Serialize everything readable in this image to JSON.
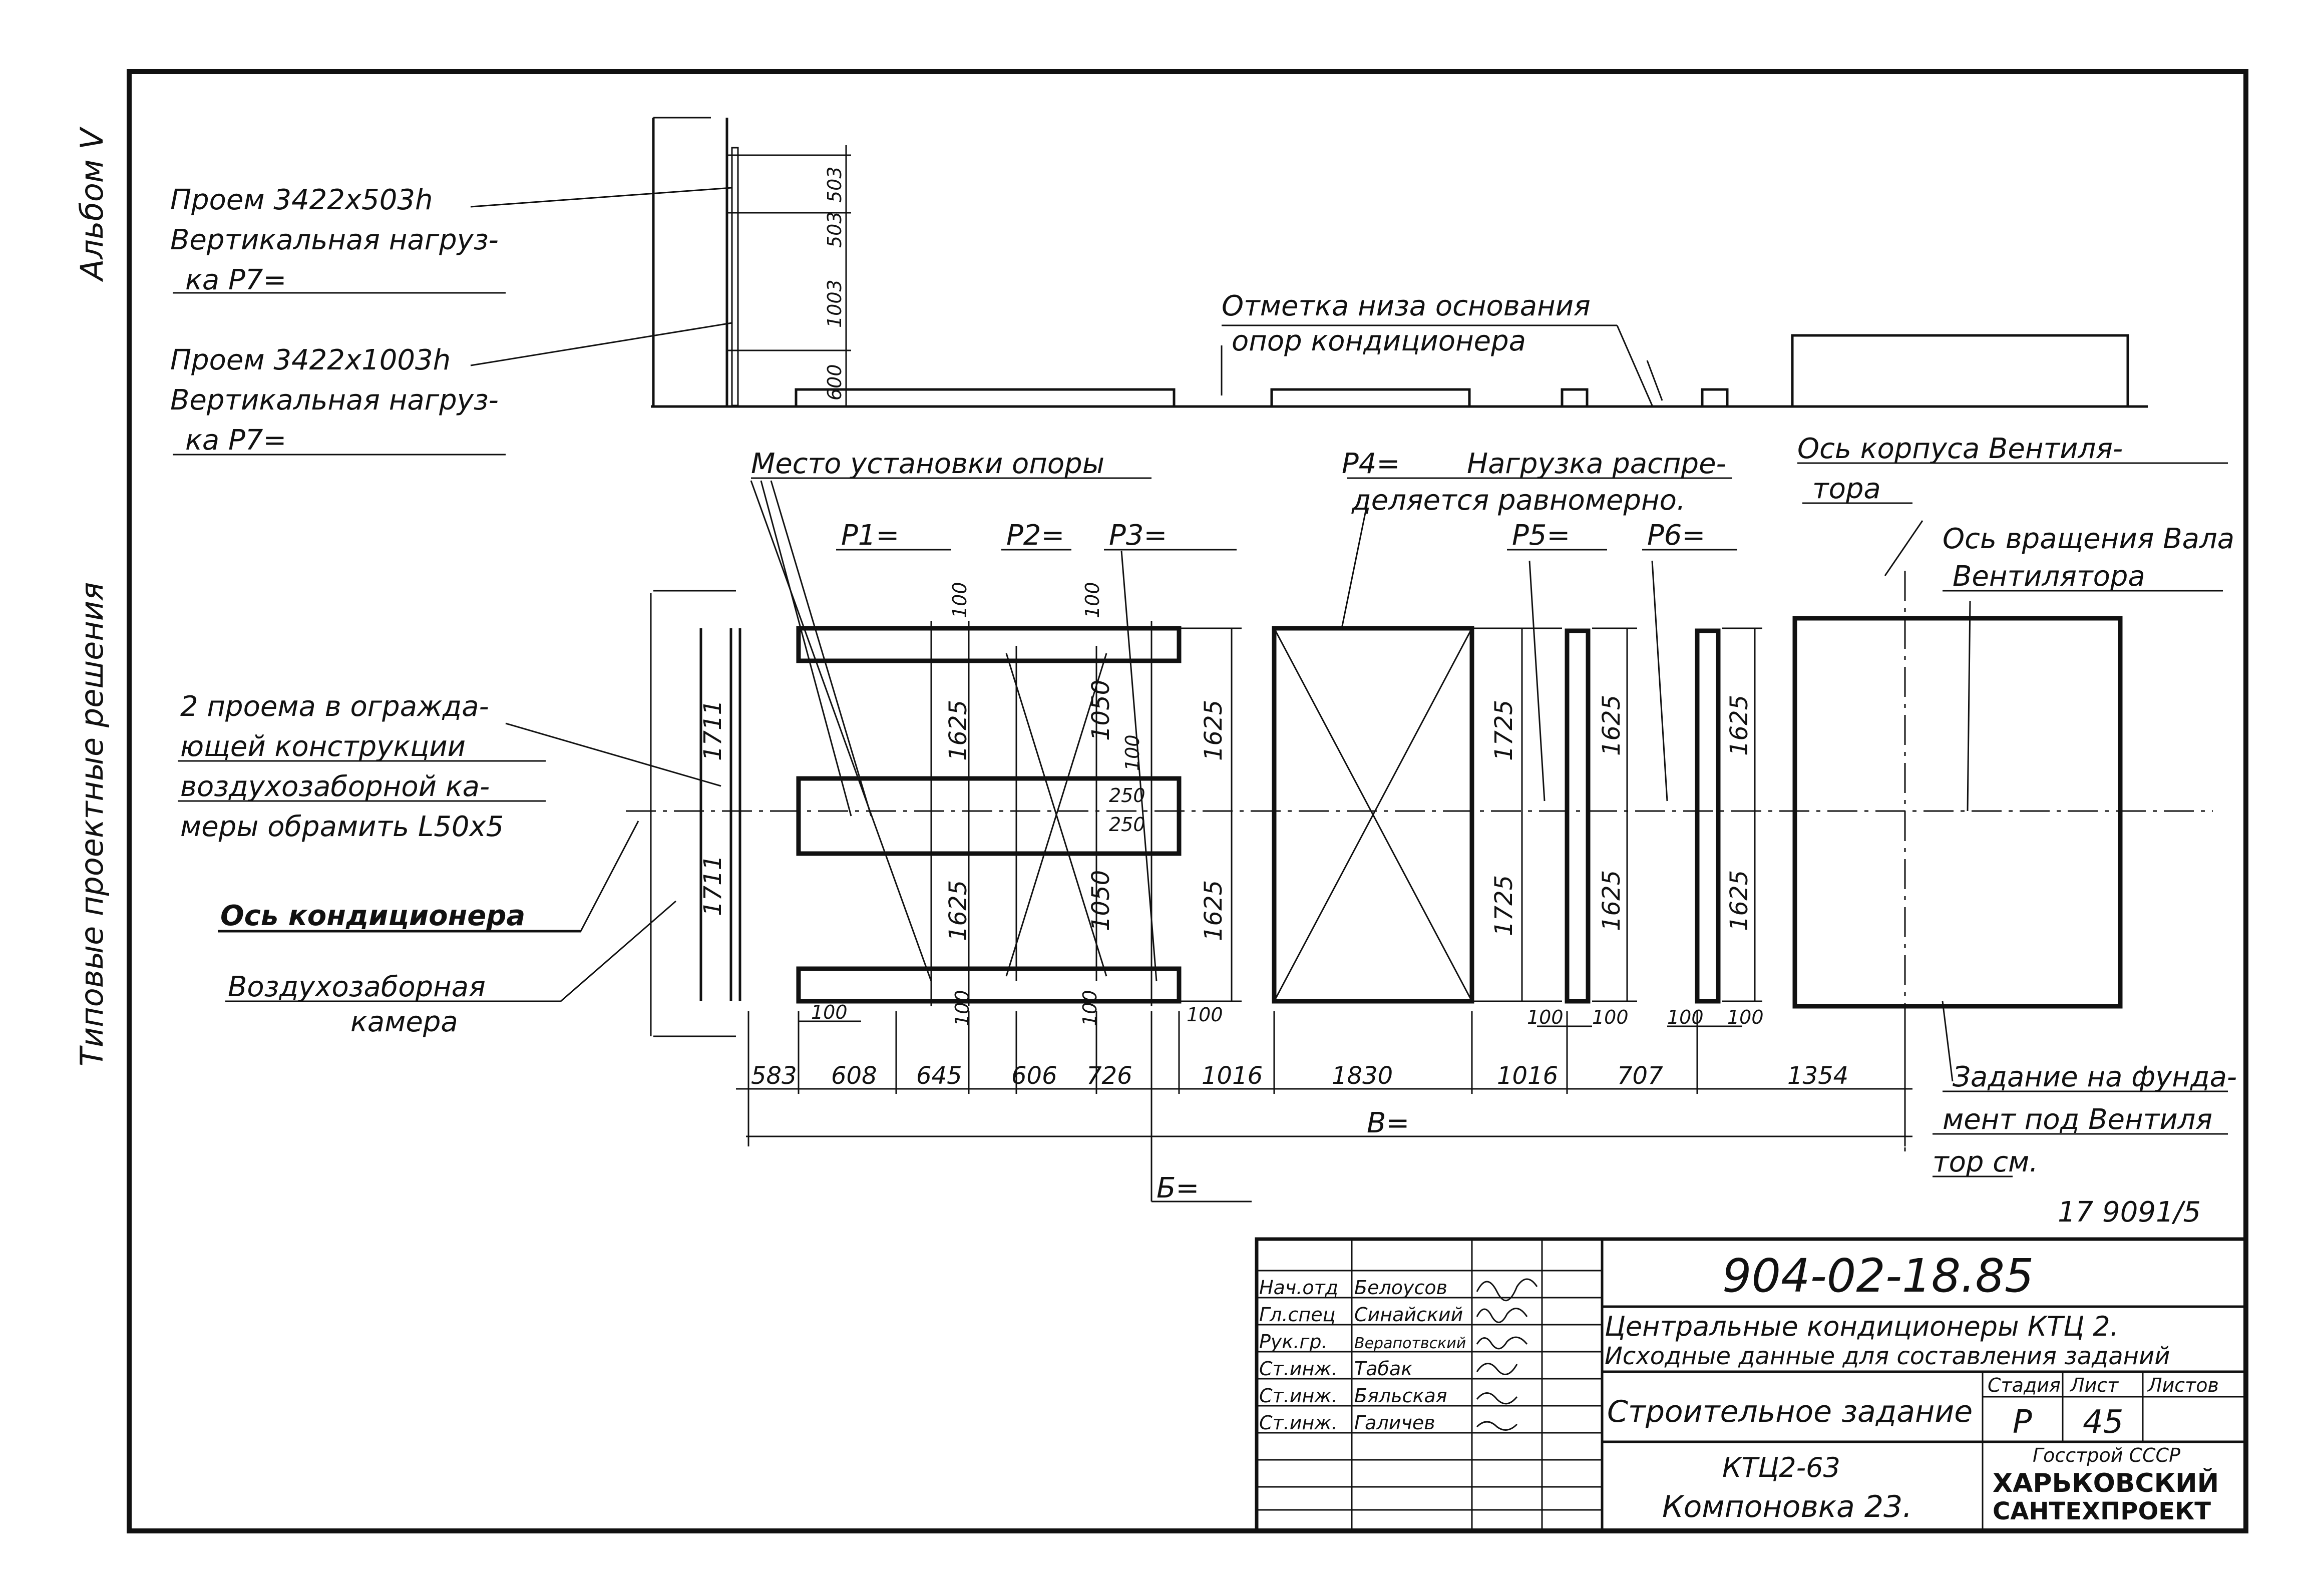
{
  "margin": {
    "album": "Альбом V",
    "series": "Типовые проектные решения"
  },
  "elevation": {
    "opening_top": "Проем 3422х503h",
    "opening_top_load": "Вертикальная нагруз-",
    "opening_top_load2": "ка Р7=",
    "opening_bottom": "Проем 3422х1003h",
    "opening_bottom_load": "Вертикальная нагруз-",
    "opening_bottom_load2": "ка Р7=",
    "base_mark_1": "Отметка низа основания",
    "base_mark_2": "опор кондиционера",
    "dims": [
      "503",
      "503",
      "1003",
      "600"
    ]
  },
  "plan": {
    "support_place": "Место установки опоры",
    "p1": "P1=",
    "p2": "P2=",
    "p3": "P3=",
    "p4": "P4=",
    "load_dist_1": "Нагрузка распре-",
    "load_dist_2": "деляется равномерно.",
    "p5": "P5=",
    "p6": "P6=",
    "fan_axis_1": "Ось корпуса Вентиля-",
    "fan_axis_2": "тора",
    "shaft_axis_1": "Ось вращения Вала",
    "shaft_axis_2": "Вентилятора",
    "openings_1": "2 проема в огражда-",
    "openings_2": "ющей конструкции",
    "openings_3": "воздухозаборной ка-",
    "openings_4": "меры обрамить L50х5",
    "cond_axis": "Ось кондиционера",
    "intake_1": "Воздухозаборная",
    "intake_2": "камера",
    "task_1": "Задание на фунда-",
    "task_2": "мент под Вентиля",
    "task_3": "тор см.",
    "ref": "17 9091/5",
    "b_label": "Б=",
    "v_label": "В=",
    "bottom_dims": [
      "583",
      "608",
      "645",
      "606",
      "726",
      "1016",
      "1830",
      "1016",
      "707",
      "1354"
    ],
    "small_dims": [
      "100",
      "100",
      "100",
      "100",
      "100",
      "100",
      "100",
      "100"
    ],
    "vert_dims": [
      "1711",
      "1711",
      "1625",
      "1625",
      "1050",
      "1050",
      "250",
      "250",
      "100",
      "100",
      "100",
      "1625",
      "1625",
      "1725",
      "1725",
      "1625",
      "1625",
      "1625",
      "1625"
    ]
  },
  "title_block": {
    "roles": [
      "Нач.отд",
      "Гл.спец",
      "Рук.гр.",
      "Ст.инж.",
      "Ст.инж.",
      "Ст.инж."
    ],
    "names": [
      "Белоусов",
      "Синайский",
      "Верапотвский",
      "Табак",
      "Бяльская",
      "Галичев"
    ],
    "doc_number": "904-02-18.85",
    "desc_1": "Центральные кондиционеры КТЦ 2.",
    "desc_2": "Исходные данные для составления заданий",
    "sheet_name": "Строительное задание",
    "stage_h": "Стадия",
    "sheet_h": "Лист",
    "sheets_h": "Листов",
    "stage": "Р",
    "sheet": "45",
    "model": "КТЦ2-63",
    "layout": "Компоновка 23.",
    "org_1": "Госстрой СССР",
    "org_2": "ХАРЬКОВСКИЙ",
    "org_3": "САНТЕХПРОЕКТ"
  }
}
